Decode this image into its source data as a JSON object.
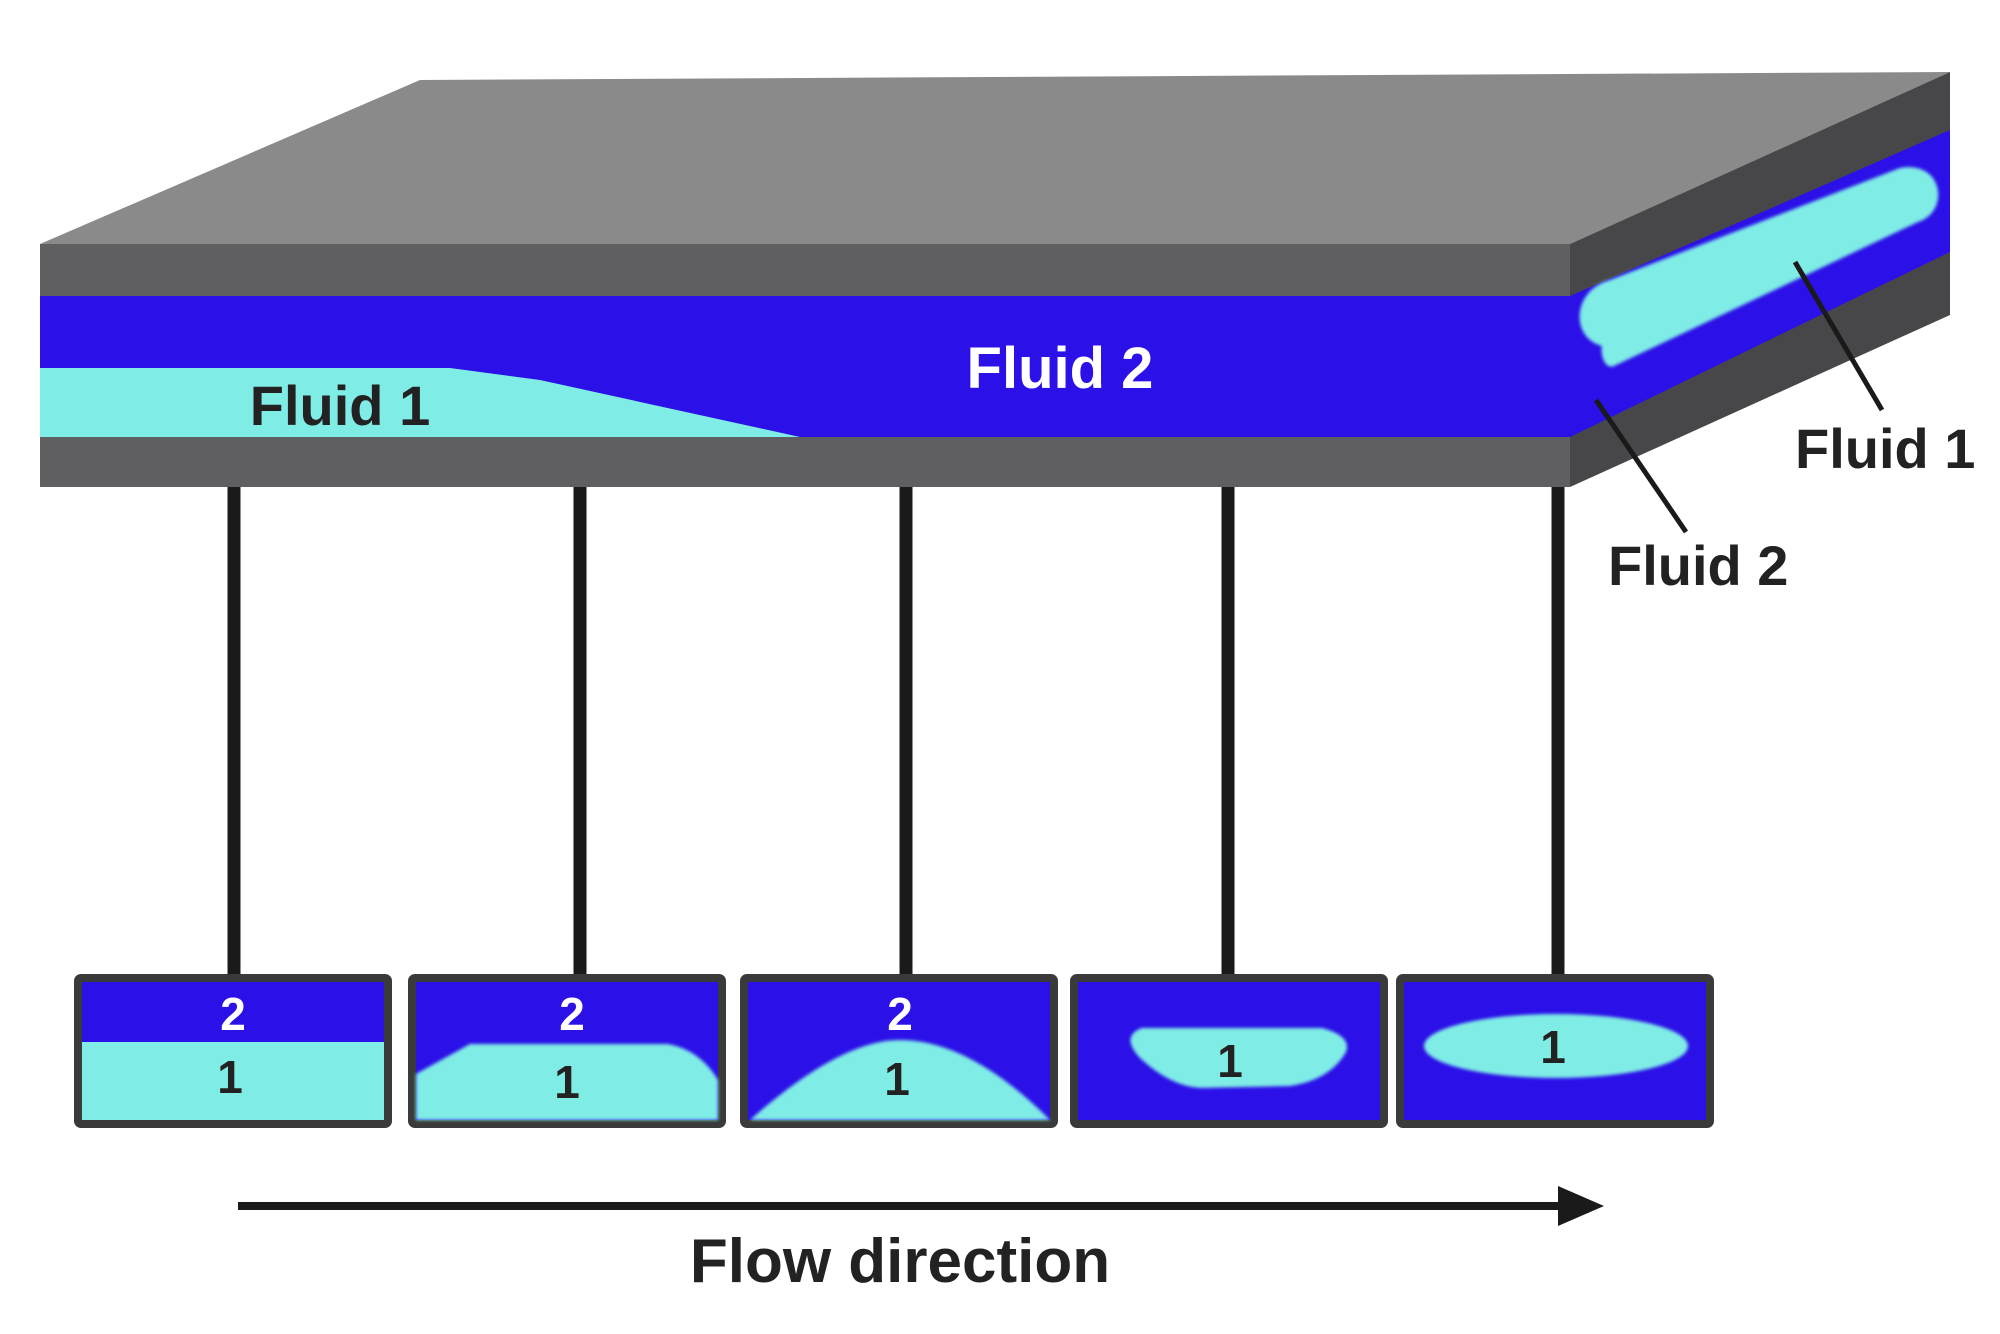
{
  "channel": {
    "main_label": "Fluid 2",
    "inner_label": "Fluid 1",
    "end_label_fluid1": "Fluid 1",
    "end_label_fluid2": "Fluid 2"
  },
  "cross_sections": [
    {
      "top_label": "2",
      "bottom_label": "1"
    },
    {
      "top_label": "2",
      "bottom_label": "1"
    },
    {
      "top_label": "2",
      "bottom_label": "1"
    },
    {
      "top_label": "",
      "bottom_label": "1"
    },
    {
      "top_label": "",
      "bottom_label": "1"
    }
  ],
  "flow": {
    "label": "Flow direction"
  },
  "colors": {
    "fluid_2": "#2b10e8",
    "fluid_1": "#7fece6",
    "wall_top": "#8a8a8a",
    "wall_side": "#5f5f61",
    "wall_end": "#47474a",
    "lines": "#1a1a1a"
  }
}
